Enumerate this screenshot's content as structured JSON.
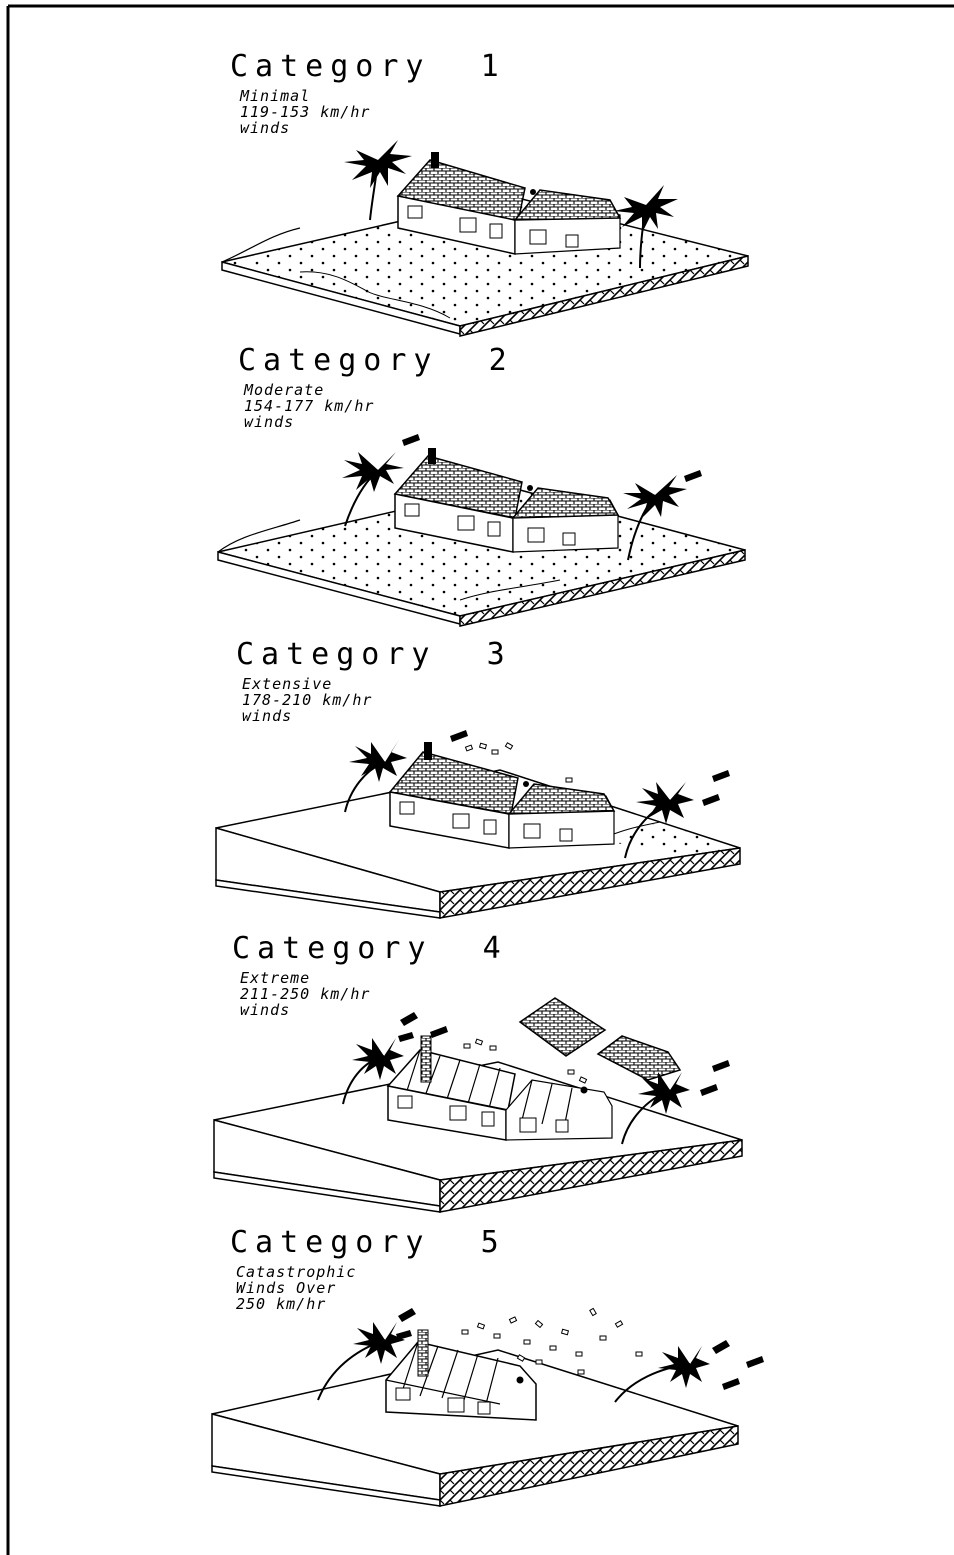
{
  "categories": [
    {
      "title": "Category  1",
      "lines": [
        "Minimal",
        "119-153 km/hr",
        "winds"
      ]
    },
    {
      "title": "Category  2",
      "lines": [
        "Moderate",
        "154-177 km/hr",
        "winds"
      ]
    },
    {
      "title": "Category  3",
      "lines": [
        "Extensive",
        "178-210 km/hr",
        "winds"
      ]
    },
    {
      "title": "Category  4",
      "lines": [
        "Extreme",
        "211-250 km/hr",
        "winds"
      ]
    },
    {
      "title": "Category  5",
      "lines": [
        "Catastrophic",
        "Winds Over",
        "250 km/hr"
      ]
    }
  ],
  "colors": {
    "ink": "#000000",
    "paper": "#ffffff"
  }
}
